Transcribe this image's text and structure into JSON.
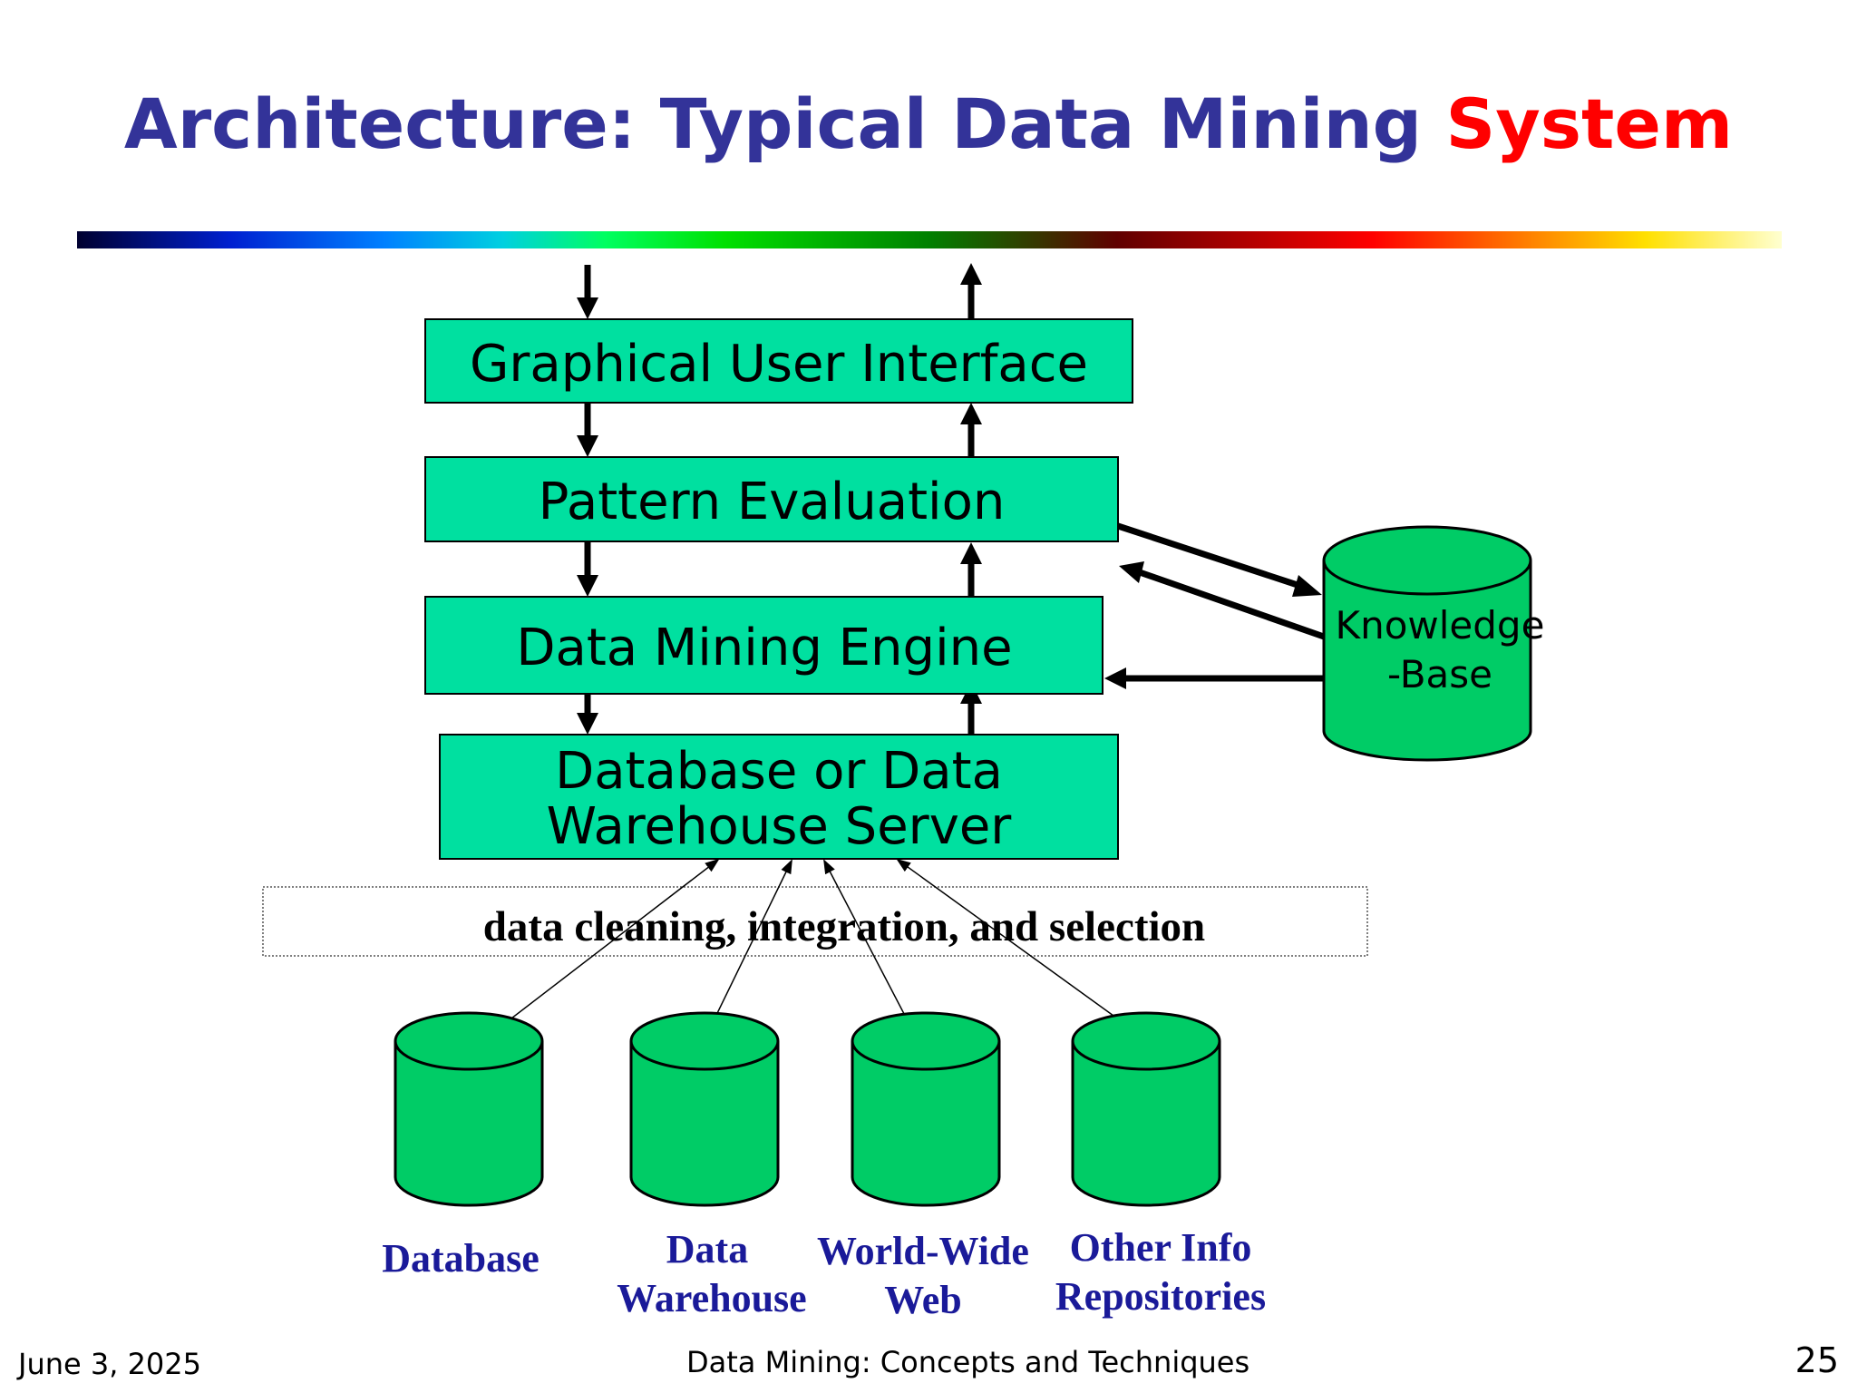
{
  "slide": {
    "title_main": "Architecture: Typical Data Mining ",
    "title_highlight": "System",
    "colors": {
      "title": "#333399",
      "title_highlight": "#ff0000",
      "box_fill": "#00e0a0",
      "cylinder_fill": "#00cc66",
      "source_label": "#1a1a99"
    }
  },
  "diagram": {
    "gui_label": "Graphical User Interface",
    "pattern_label": "Pattern Evaluation",
    "engine_label": "Data Mining Engine",
    "server_label_line1": "Database or Data",
    "server_label_line2": "Warehouse Server",
    "knowledge_base_line1": "Knowledge",
    "knowledge_base_line2": "-Base",
    "cleaning_label": "data cleaning, integration, and selection",
    "sources": {
      "database": "Database",
      "warehouse_line1": "Data",
      "warehouse_line2": "Warehouse",
      "www_line1": "World-Wide",
      "www_line2": "Web",
      "other_line1": "Other Info",
      "other_line2": "Repositories"
    }
  },
  "footer": {
    "date": "June 3, 2025",
    "book": "Data Mining: Concepts and Techniques",
    "page": "25"
  }
}
